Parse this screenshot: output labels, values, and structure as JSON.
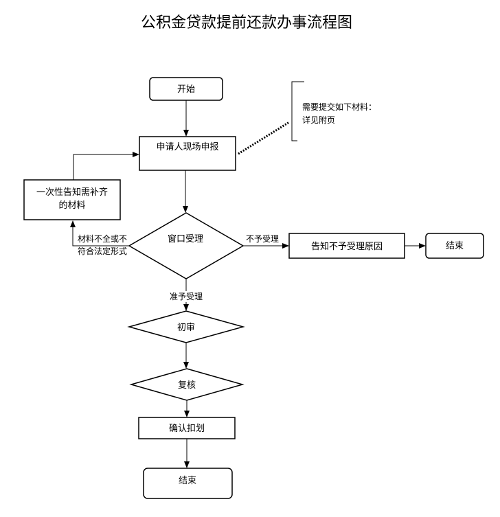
{
  "title": "公积金贷款提前还款办事流程图",
  "nodes": {
    "start": "开始",
    "apply": "申请人现场申报",
    "notice_line1": "一次性告知需补齐",
    "notice_line2": "的材料",
    "window": "窗口受理",
    "reject": "告知不予受理原因",
    "end_right": "结束",
    "first_review": "初审",
    "second_review": "复核",
    "confirm": "确认扣划",
    "end_bottom": "结束"
  },
  "annotation": {
    "line1": "需要提交如下材料：",
    "line2": "详见附页"
  },
  "edges": {
    "incomplete_line1": "材料不全或不",
    "incomplete_line2": "符合法定形式",
    "not_accept": "不予受理",
    "accept": "准予受理"
  }
}
